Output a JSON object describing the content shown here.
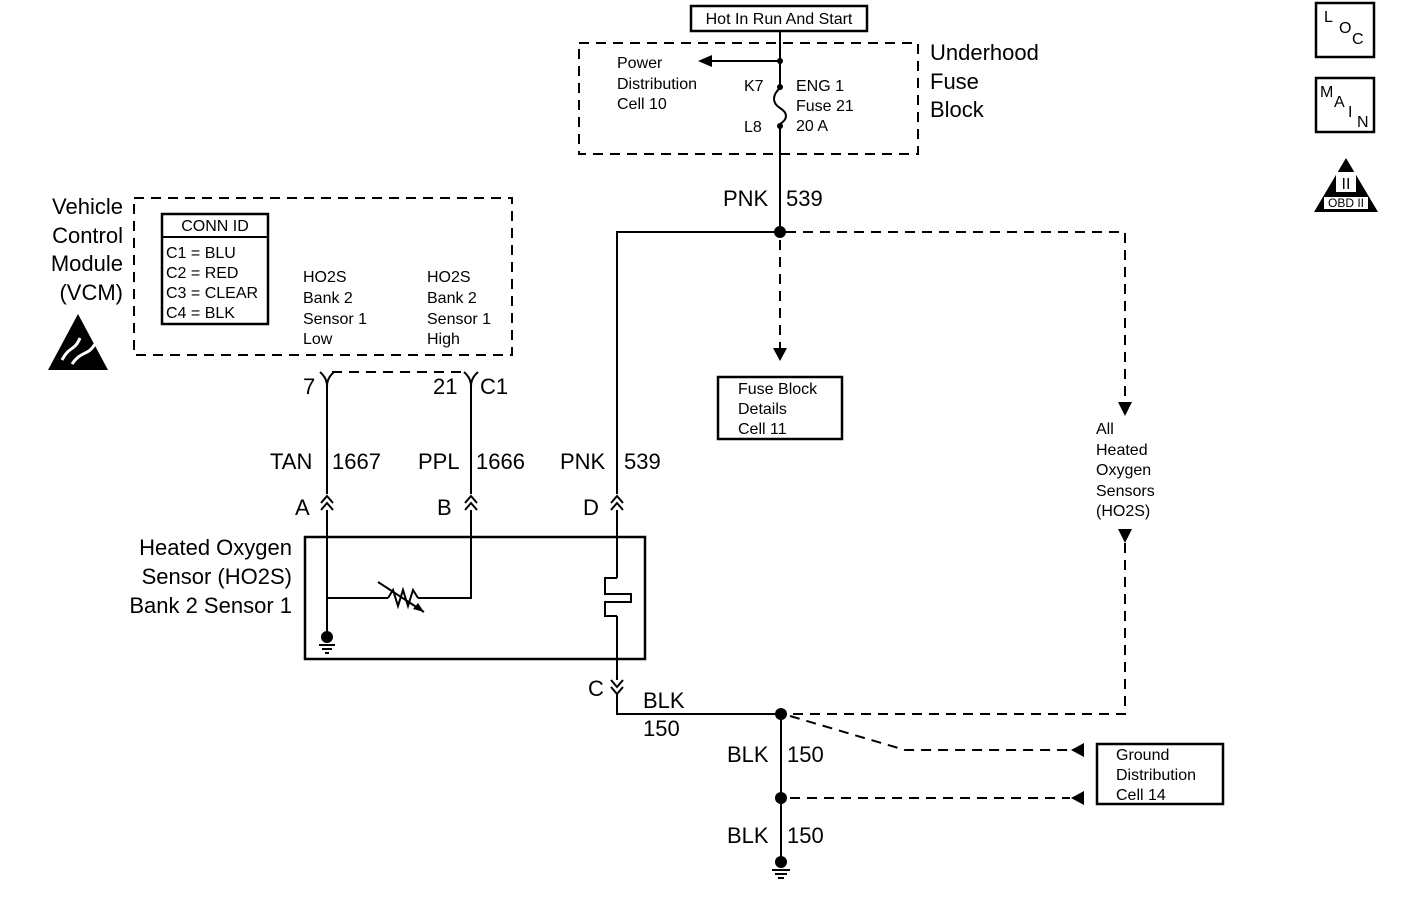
{
  "power_source": "Hot In Run And Start",
  "underhood_fuse_block": {
    "title": [
      "Underhood",
      "Fuse",
      "Block"
    ],
    "power_dist_ref": [
      "Power",
      "Distribution",
      "Cell 10"
    ],
    "pin_in": "K7",
    "pin_out": "L8",
    "fuse_label": [
      "ENG 1",
      "Fuse 21",
      "20 A"
    ]
  },
  "vcm": {
    "title": [
      "Vehicle",
      "Control",
      "Module",
      "(VCM)"
    ],
    "conn_id_header": "CONN ID",
    "conn_ids": [
      "C1 = BLU",
      "C2 = RED",
      "C3 = CLEAR",
      "C4 = BLK"
    ],
    "signal_low": [
      "HO2S",
      "Bank 2",
      "Sensor 1",
      "Low"
    ],
    "signal_high": [
      "HO2S",
      "Bank 2",
      "Sensor 1",
      "High"
    ],
    "pin_low": "7",
    "pin_high": "21",
    "connector": "C1"
  },
  "wires": {
    "feed_top": {
      "color": "PNK",
      "circuit": "539"
    },
    "tan": {
      "color": "TAN",
      "circuit": "1667"
    },
    "ppl": {
      "color": "PPL",
      "circuit": "1666"
    },
    "pnk": {
      "color": "PNK",
      "circuit": "539"
    },
    "blk_c": {
      "color": "BLK",
      "circuit": "150"
    },
    "blk_mid": {
      "color": "BLK",
      "circuit": "150"
    },
    "blk_bottom": {
      "color": "BLK",
      "circuit": "150"
    }
  },
  "sensor": {
    "title": [
      "Heated Oxygen",
      "Sensor (HO2S)",
      "Bank 2 Sensor 1"
    ],
    "pin_a": "A",
    "pin_b": "B",
    "pin_c": "C",
    "pin_d": "D"
  },
  "fuse_block_details": [
    "Fuse Block",
    "Details",
    "Cell 11"
  ],
  "all_ho2s": [
    "All",
    "Heated",
    "Oxygen",
    "Sensors",
    "(HO2S)"
  ],
  "ground_distribution": [
    "Ground",
    "Distribution",
    "Cell 14"
  ],
  "icons": {
    "loc": [
      "L",
      "O",
      "C"
    ],
    "main": [
      "M",
      "A",
      "I",
      "N"
    ],
    "obd_numeral": "II",
    "obd_label": "OBD II"
  }
}
